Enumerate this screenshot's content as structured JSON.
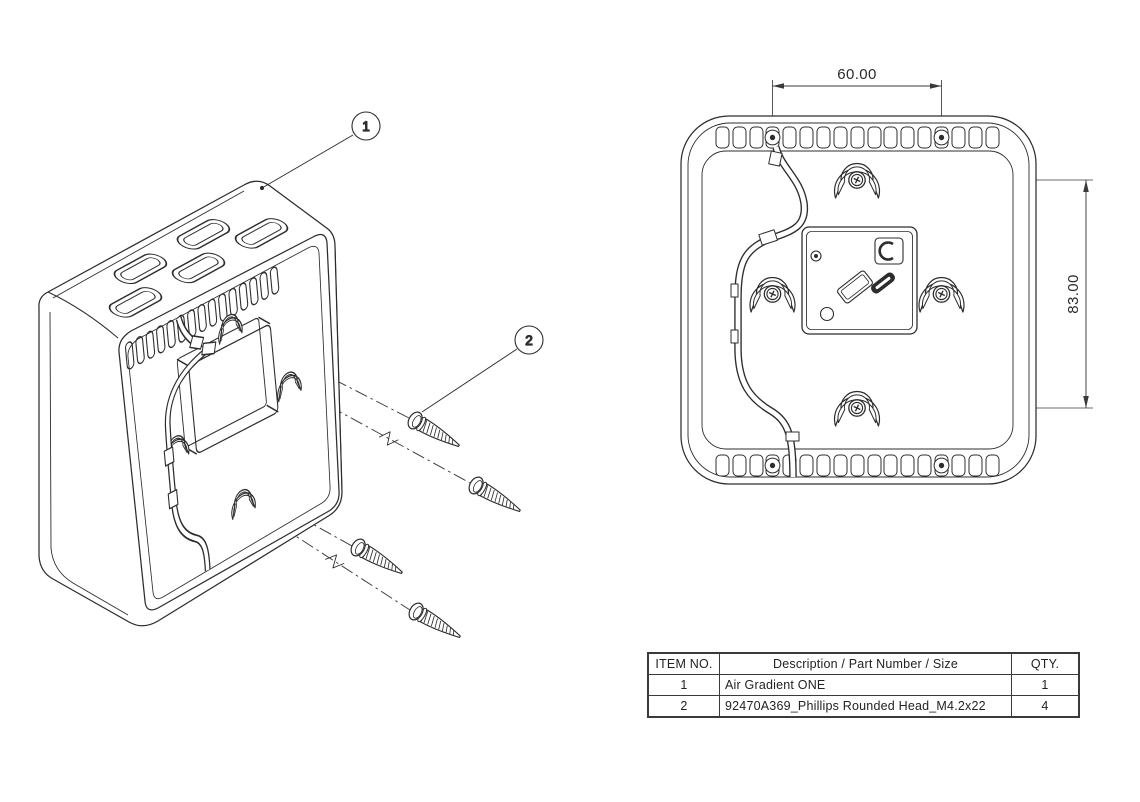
{
  "drawing": {
    "balloons": {
      "item1": "1",
      "item2": "2"
    },
    "dimensions": {
      "width_mm": "60.00",
      "height_mm": "83.00"
    }
  },
  "bom": {
    "headers": {
      "item": "ITEM NO.",
      "description": "Description / Part Number / Size",
      "qty": "QTY."
    },
    "rows": [
      {
        "item": "1",
        "description": "Air Gradient ONE",
        "qty": "1"
      },
      {
        "item": "2",
        "description": "92470A369_Phillips Rounded Head_M4.2x22",
        "qty": "4"
      }
    ]
  },
  "colors": {
    "line": "#2d2d2d",
    "text": "#222222",
    "background": "#ffffff"
  }
}
